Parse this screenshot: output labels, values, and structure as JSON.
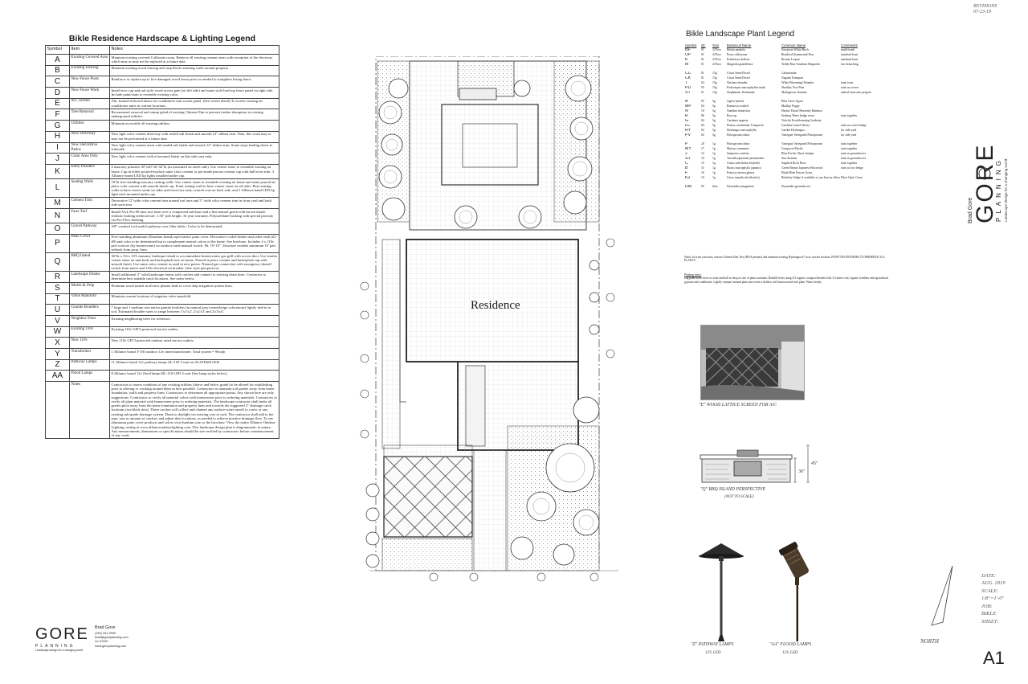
{
  "hardscape": {
    "title": "Bikle Residence Hardscape & Lighting Legend",
    "headers": [
      "Symbol",
      "Item",
      "Notes"
    ],
    "rows": [
      {
        "sym": "A",
        "item": "Existing Covered Area",
        "notes": "Maintain existing covered California room. Remove all existing cement areas with exception of the driveway which may or may not be replaced at a future date."
      },
      {
        "sym": "B",
        "item": "Existing Fencing",
        "notes": "Maintain existing wood fencing and cmp block retaining walls around property."
      },
      {
        "sym": "C",
        "item": "New Fence Posts",
        "notes": "Reinforce or replace up to five damaged wood fence posts as needed to straighten listing fence."
      },
      {
        "sym": "D",
        "item": "New Fence Work",
        "notes": "Install new cap and rail style wood access gate (on left side) and same style lead top fence panel on right side. Include paint/stain to resemble existing color."
      },
      {
        "sym": "E",
        "item": "A/C Screen",
        "notes": "4'ht. framed redwood lattice air conditioner unit screen panel. (See screen detail) To screen existing air conditioner units in current locations."
      },
      {
        "sym": "F",
        "item": "Tree Removal",
        "notes": "Recommend removal and stump grind of existing Chinese Elm to prevent further disruption to existing underground utilities."
      },
      {
        "sym": "G",
        "item": "Utilities",
        "notes": "Maintain accessible all existing utilities."
      },
      {
        "sym": "H",
        "item": "New Driveway",
        "notes": "New light color cement driveway with sealed salt finish and smooth 12\" ribbon trim. Note, this work may or may not be performed at a future date."
      },
      {
        "sym": "I",
        "item": "New Decorative Patios",
        "notes": "New light color cement areas with sealed salt finish and smooth 12\" ribbon trim. Some steps leading down to sidewalk."
      },
      {
        "sym": "J",
        "item": "Color Area Only",
        "notes": "New light color cement with a broomed finish on this side area only."
      },
      {
        "sym": "K",
        "item": "Entry Pilasters",
        "notes": "2 masonry pilasters 30\"x30\"x6'-42\"ht (as measured on street side). Use veneer stone to resemble existing on home. Cap in either poured-in-place same color cement or pre-made precast cement cap with bull-nose trim. 3 Alliance brand LED lip lights installed under cap."
      },
      {
        "sym": "L",
        "item": "Seating Walls",
        "notes": "18\"ht free-standing masonry seating walls. Use veneer stone to resemble existing on home and same poured-in-place color cement with smooth finish cap. Front seating wall to have veneer stone on all sides. Rear seating walls to have veneer stone on sides and front face only, scratch coat on back side, and 1 Alliance hand LED lip light each mounted under cap."
      },
      {
        "sym": "M",
        "item": "Cement Trim",
        "notes": "Decorative 12\"wide color cement trim around turf area and 3\" wide color cement trim in front yard and back side yard area."
      },
      {
        "sym": "N",
        "item": "Faux Turf",
        "notes": "Install AGL Pro 69 faux turf lawn over a compacted sub-base and a fine natural green with brown thatch realistic looking artificial turf. 1.50\" pile height. 16 year warranty. Polyurethane backing with special porosity via Pro-Flow backing."
      },
      {
        "sym": "O",
        "item": "Gravel Pathway",
        "notes": "3/8\" crushed rock mulch pathway over filter fabric. Color to be determined."
      },
      {
        "sym": "P",
        "item": "Patio Cover",
        "notes": "Free-standing aluminum (Duralum brand) open lattice patio cover. Decorative corbel header and rafter ends (#1-#9) and color to be determined but to complement neutral colors of the home. See brochure. Includes 4 x 110v port sconces (by homeowner) on outdoor rated manual switch. Ht. 10'-10\". Structure extends minimum 10' past setback from prop. lines."
      },
      {
        "sym": "Q",
        "item": "BBQ Island",
        "notes": "36\"ht x 3'd x 10'L masonry barbeque island to accommodate homeowners gas grill with access door. Use similar veneer stone on unit body and backsplash face on home. Poured in place counter and backsplash cap with smooth finish. Use same color cement as used in new patios. Natural gas connection with emergency shutoff switch from meter and 110v electrical on breaker. (See style perspective)"
      },
      {
        "sym": "R",
        "item": "Landscape Drains",
        "notes": "Install additional 3\" solid landscape drains with catches and connect to existing drain lines. Contractor to determine best suitable catch locations. See notes below."
      },
      {
        "sym": "S",
        "item": "Mulch & Drip",
        "notes": "Premium wood mulch in all new planter beds to cover drip irrigation system lines."
      },
      {
        "sym": "T",
        "item": "Valve Manifold",
        "notes": "Maintain current location of irrigation valve manifold."
      },
      {
        "sym": "U",
        "item": "Granite Boulders",
        "notes": "7 large and 1 medium size native granite boulders (in natural gray/cream/beige colorations) lightly tied-in to soil. Estimated boulder sizes to range between 1'x1'x2', 2'x2'x3' and 2'x3'x4'."
      },
      {
        "sym": "V",
        "item": "Neighbor Trees",
        "notes": "Existing neighboring trees for reference."
      },
      {
        "sym": "W",
        "item": "Existing 110v",
        "notes": "Existing 110v GFCI protected service outlets."
      },
      {
        "sym": "X",
        "item": "New 110v",
        "notes": "New 110v GFCI protected outdoor rated service outlets."
      },
      {
        "sym": "Y",
        "item": "Transformer",
        "notes": "1 Alliance brand T-150 outdoor 12v timer/transformer. Total system = 90wph"
      },
      {
        "sym": "Z",
        "item": "Pathway Lamps",
        "notes": "11 Alliance brand 12v pathway lamps AL-150 3 watt on ALSTEM4 LED"
      },
      {
        "sym": "AA",
        "item": "Flood Lamps",
        "notes": "8 Alliance brand 12v flood lamps BL-110 LED 4 watt (See lamp styles below)"
      }
    ],
    "notes_item": "Notes",
    "notes_text": "Contractors to assess condition of any existing utilities (above and below grade) to be altered for establishing prior to altering or working around them as best possible. Contractors to maintain soil grades away from home foundation, walls and property lines. Contractors to determine all appropriate points. Any shown here are only suggestions. Contractors to verify all material colors with homeowner prior to ordering materials. Contractors to verify all plant material with homeowner prior to ordering materials. The landscape contractor shall make all grades pitch away from the home foundation and property lines and towards the suggested 3\" drainage catch locations (see black dots). These catches will collect and channel any surface water runoff to a new or any existing sub-grade drainage system. Drain to daylight via existing core at curb. The contractor shall add to the type, size or amount of catches, and adjust their locations, as needed to achieve positive drainage flow. To see aluminum patio cover products and colors visit duralum.com or the brochure. View the entire Alliance Outdoor Lighting catalog at www.allianceoutdoorlighting.com. This landscape design plan is diagrammatic in nature. Any measurements, dimensions or specifications should be site verified by contractors before commencement of any work."
  },
  "logo": {
    "name": "GORE",
    "sub": "PLANNING",
    "tagline": "Landscape design for a changing world.",
    "contact_name": "Brad Gore",
    "contact_lines": [
      "(760) 331-9999",
      "brad@goreplanning.com",
      "Lic 91200",
      "www.goreplanning.com"
    ]
  },
  "siteplan": {
    "residence_label": "Residence"
  },
  "plant": {
    "title": "Bikle Landscape Plant Legend",
    "headers": [
      "Symbol",
      "Qt.",
      "Size",
      "Botanical Name",
      "Common Name",
      "Comments"
    ],
    "groups": [
      [
        [
          "BF",
          "01",
          "24\"box",
          "Betula pendula",
          "European White Birch",
          "multi-trunk"
        ],
        [
          "OP",
          "01",
          "24\"box",
          "Pyrus calleryana",
          "Bradford Ornamental Pear",
          "standard form"
        ],
        [
          "K",
          "01",
          "24\"box",
          "Eriobotrya deflexa",
          "Bronze Loquat",
          "standard form"
        ],
        [
          "M",
          "01",
          "24\"box",
          "Magnolia grandiflora",
          "Teddy Bear Southern Magnolia",
          "low branching"
        ]
      ],
      [
        [
          "CC",
          "01",
          "15g",
          "Citrus Semi-Dwarf",
          "Calamondin",
          ""
        ],
        [
          "CK",
          "01",
          "15g",
          "Citrus Semi-Dwarf",
          "Nagami Kumquat",
          ""
        ],
        [
          "T",
          "02",
          "15g",
          "Nerium oleander",
          "White Blooming Oleander",
          "bush form"
        ],
        [
          "PD",
          "03",
          "15g",
          "Podocarpus macrophyllus maki",
          "Shrubby Yew Pine",
          "train as screen"
        ],
        [
          "ST",
          "01",
          "15g",
          "Stephanotis floribunda",
          "Madagascar Jasmine",
          "staked train onto pergola"
        ]
      ],
      [
        [
          "A",
          "05",
          "5g",
          "Agave hybrid",
          "Blue Glow Agave",
          ""
        ],
        [
          "MP",
          "04",
          "5g",
          "Romneya coulteri",
          "Matilija Poppy",
          ""
        ],
        [
          "N",
          "10",
          "5g",
          "Nandina domestica",
          "Harbor Dwarf Heavenly Bamboo",
          ""
        ],
        [
          "R",
          "06",
          "5g",
          "Rosa sp.",
          "Seeking Water hedge roses",
          "train together"
        ],
        [
          "G",
          "04",
          "5g",
          "Gardenia augusta",
          "Veitchii Everblooming Gardenia",
          ""
        ],
        [
          "LC",
          "04",
          "5g",
          "Prunus caroliniana 'Compacta'",
          "Carolina Laurel Cherry",
          "train as screen hedge"
        ],
        [
          "HY",
          "02",
          "5g",
          "Hydrangea macrophylla",
          "Garden Hydrangea",
          "for side yard"
        ],
        [
          "PV",
          "02",
          "5g",
          "Pittosporum tobira",
          "Variegate Variegated Pittosporum",
          "for side yard"
        ]
      ],
      [
        [
          "P",
          "20",
          "1g",
          "Pittosporum tobira",
          "Variegata Variegated Pittosporum",
          "train together"
        ],
        [
          "MY",
          "17",
          "1g",
          "Myrtus communis",
          "Compacta Myrtle",
          "train together"
        ],
        [
          "J",
          "14",
          "1g",
          "Juniperus conferta",
          "Blue Pacific Shore Juniper",
          "train as groundcover"
        ],
        [
          "SJ",
          "33",
          "1g",
          "Trachelospermum jasminoides",
          "Star Jasmine",
          "train as groundcover"
        ],
        [
          "C",
          "15",
          "1g",
          "Cistus salviifolius (hybrid)",
          "Sageleaf Rock Rose",
          "train together"
        ],
        [
          "B",
          "31",
          "1g",
          "Buxus microphylla japonica",
          "Green Beauty Japanese Boxwood",
          "train as low hedge"
        ],
        [
          "F",
          "16",
          "1g",
          "Festuca cinerea glauca",
          "Elijah Blue Fescue Grass",
          ""
        ],
        [
          "K2",
          "10",
          "1g",
          "Carex tumulicola (divulsa)",
          "Berkeley Sedge if available or use Juncus effusus",
          "Fiber Optic Grass"
        ]
      ],
      [
        [
          "DM",
          "05",
          "flats",
          "Dymondia margaretae",
          "Dymondia groundcover",
          ""
        ]
      ]
    ],
    "notes": "Notes: In front yard area, remove Chinese Elm Tree (HOA permits) and maintain existing Hydrangea #? in its current location. PAINT INVENTORIES TO PRESERVE ALL PLANTS.",
    "planting_heading": "Planting notes:",
    "planting_text": "Dig plant holes twice as wide and half as deep as size of plant container. Backfill holes using 2/3 organic compost blended with 1/3 native soil, organic fertilizer and agricultural gypsum and conditioner. Lightly compact around plant and create a shallow soil basin around each plant. Water deeply."
  },
  "revisions": [
    "REVISIONS",
    "07-23-19"
  ],
  "captions": {
    "screen": "\"E\" WOOD LATTICE SCREEN FOR A/C",
    "bbq1": "\"Q\" BBQ ISLAND PERSPECTIVE",
    "bbq2": "(NOT TO SCALE)",
    "dim_height": "36\"",
    "dim_back": "45\"",
    "lamp_z": "\"Z\" PATHWAY LAMPS",
    "lamp_z2": "12V, LED",
    "lamp_aa": "\"AA\" FLOOD LAMPS",
    "lamp_aa2": "12V, LED"
  },
  "north_label": "NORTH",
  "titleblock": {
    "lines": [
      "DATE:",
      "AUG. 2019",
      "SCALE:",
      "1/8\"=1'-0\"",
      "JOB:",
      "BIKLE",
      "SHEET:"
    ],
    "sheet": "A1"
  }
}
